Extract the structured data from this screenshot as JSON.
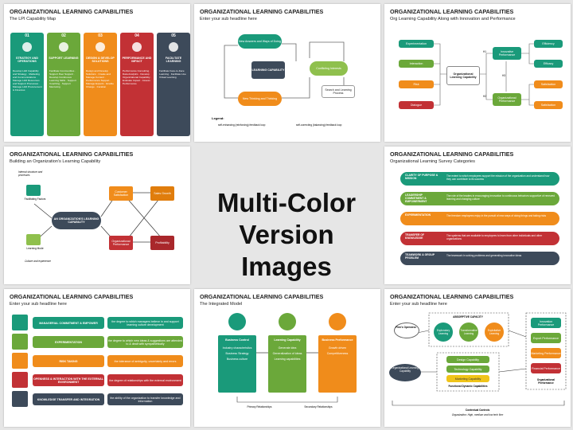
{
  "center": {
    "line1": "Multi-Color",
    "line2": "Version Images"
  },
  "slides": [
    {
      "title": "ORGANIZATIONAL LEARNING CAPABILITIES",
      "subtitle": "The LPI Capability Map",
      "columns": [
        {
          "num": "01",
          "head": "STRATEGY AND OPERATIONS",
          "body": "Develop L&D Capability and Strategy · Marketing and Communications · Manage L&D Resources and Support Processes · Manage L&D Procurement & Finances",
          "color": "#1a9a7a"
        },
        {
          "num": "02",
          "head": "SUPPORT LEARNING",
          "body": "Facilitate Communities · Support Peer Support · Develop Continuous Learning Skills · Support Coaching · Support Mentoring",
          "color": "#6ba83a"
        },
        {
          "num": "03",
          "head": "DESIGN & DEVELOP SOLUTIONS",
          "body": "Design and Develop Solutions · Create and Manage Content · Performance Support · Manage Experts · Enable Change · Curation",
          "color": "#f08c1b"
        },
        {
          "num": "04",
          "head": "PERFORMANCE AND IMPACT",
          "body": "Performance Consulting · Data Analytics · Develop Organizational Capability · Evaluate Impact · Assess Performance",
          "color": "#c23135"
        },
        {
          "num": "05",
          "head": "FACILITATE LEARNING",
          "body": "Facilitate Face-to-Face Learning · Facilitate Live Virtual Learning",
          "color": "#3d4a5a"
        }
      ]
    },
    {
      "title": "ORGANIZATIONAL LEARNING CAPABILITIES",
      "subtitle": "Enter your sub headline here",
      "nodes": [
        "New Answers and Ways of Doing",
        "LEARNING CAPABILITY",
        "Conflicting Interests",
        "New Thinking and Thinking",
        "Search and Learning Process"
      ],
      "legend_title": "Legend:",
      "legend": [
        "self-enhancing (reinforcing) feedback loop",
        "self-correcting (balancing) feedback loop"
      ]
    },
    {
      "title": "ORGANIZATIONAL LEARNING CAPABILITIES",
      "subtitle": "Org Learning Capability Along with Innovation and Performance",
      "left": [
        "Experimentation",
        "Interaction",
        "Risk",
        "Dialogue"
      ],
      "center": "Organizational Learning Capability",
      "mid": [
        "Innovative Performance",
        "Organizational Performance"
      ],
      "right": [
        "Efficiency",
        "Efficacy",
        "Satisfaction",
        "Satisfaction"
      ],
      "h": [
        "H1",
        "H3",
        "H2"
      ]
    },
    {
      "title": "ORGANIZATIONAL LEARNING CAPABILITIES",
      "subtitle": "Building an Organization's Learning Capability",
      "top_note": "Internal structure and processes",
      "bottom_note": "Culture and experience",
      "center": "AN ORGANIZATION'S LEARNING CAPABILITY",
      "items": [
        "Facilitating Factors",
        "Learning Mode",
        "Customer Satisfaction",
        "Sales Growth",
        "Organizational Performance",
        "Profitability"
      ]
    },
    {
      "title": "ORGANIZATIONAL LEARNING CAPABILITIES",
      "subtitle": "Organizational Learning Survey Categories",
      "rows": [
        {
          "label": "CLARITY OF PURPOSE & MISSION",
          "text": "The extent to which employees support the mission of the organization and understand how they can contribute to its success",
          "color": "#1a9a7a"
        },
        {
          "label": "LEADERSHIP COMMITMENT & EMPOWERMENT",
          "text": "The role of the leaders in encouraging innovation to continuous behaviors supportive of renewed learning and changing culture",
          "color": "#6ba83a"
        },
        {
          "label": "EXPERIMENTATION",
          "text": "The freedom employees enjoy in the pursuit of new ways of doing things and taking risks",
          "color": "#f08c1b"
        },
        {
          "label": "TRANSFER OF KNOWLEDGE",
          "text": "The systems that are available to employees to learn from other individuals and other organizations",
          "color": "#c23135"
        },
        {
          "label": "TEAMWORK & GROUP PROBLEM",
          "text": "The teamwork in solving problems and generating innovative ideas",
          "color": "#3d4a5a"
        }
      ]
    },
    {
      "title": "ORGANIZATIONAL LEARNING CAPABILITIES",
      "subtitle": "Enter your sub headline here",
      "rows": [
        {
          "label": "MANAGERIAL COMMITMENT & EMPOWER",
          "text": "the degree to which managers believe in and support learning culture development",
          "color": "#1a9a7a"
        },
        {
          "label": "EXPERIMENTATION",
          "text": "the degree to which new ideas & suggestions are attended to & dealt with sympathetically",
          "color": "#6ba83a"
        },
        {
          "label": "RISK TAKING",
          "text": "the tolerance of ambiguity, uncertainty and errors",
          "color": "#f08c1b"
        },
        {
          "label": "OPENNESS & INTERACTION WITH THE EXTERNAL ENVIRONMENT",
          "text": "the degree of relationships with the external environment",
          "color": "#c23135"
        },
        {
          "label": "KNOWLEDGE TRANSFER AND INTEGRATION",
          "text": "the ability of the organization to transfer knowledge and information",
          "color": "#3d4a5a"
        }
      ]
    },
    {
      "title": "ORGANIZATIONAL LEARNING CAPABILITIES",
      "subtitle": "The Integrated Model",
      "cols": [
        {
          "head": "Business Control",
          "items": [
            "Industry characteristics",
            "Business Strategy",
            "Business culture"
          ],
          "color": "#1a9a7a"
        },
        {
          "head": "Learning Capability",
          "items": [
            "Generate idea",
            "Generalization of ideas",
            "Learning capabilities"
          ],
          "color": "#6ba83a"
        },
        {
          "head": "Business Performance",
          "items": [
            "Growth driven",
            "Competitiveness"
          ],
          "color": "#f08c1b"
        }
      ],
      "foot": [
        "Primary Relationships",
        "Secondary Relationships"
      ]
    },
    {
      "title": "ORGANIZATIONAL LEARNING CAPABILITIES",
      "subtitle": "Enter your sub headline here",
      "absorptive": "ABSORPTIVE CAPACITY",
      "firms": "Firm's Openness",
      "olc": "Organizational Learning Capability",
      "ab_items": [
        "Exploratory Learning",
        "Transformative Learning",
        "Exploitative Learning"
      ],
      "fdc": [
        "Design Capability",
        "Technology Capability",
        "Marketing Capability"
      ],
      "fdc_title": "Functional Dynamic Capabilities",
      "perf": [
        "Innovation Performance",
        "Export Performance",
        "Marketing Performance",
        "Financial Performance"
      ],
      "perf_title": "Organizational Performance",
      "controls": "Contextual Controls",
      "controls_sub": "Organization: High, medium and low tech firm"
    }
  ]
}
